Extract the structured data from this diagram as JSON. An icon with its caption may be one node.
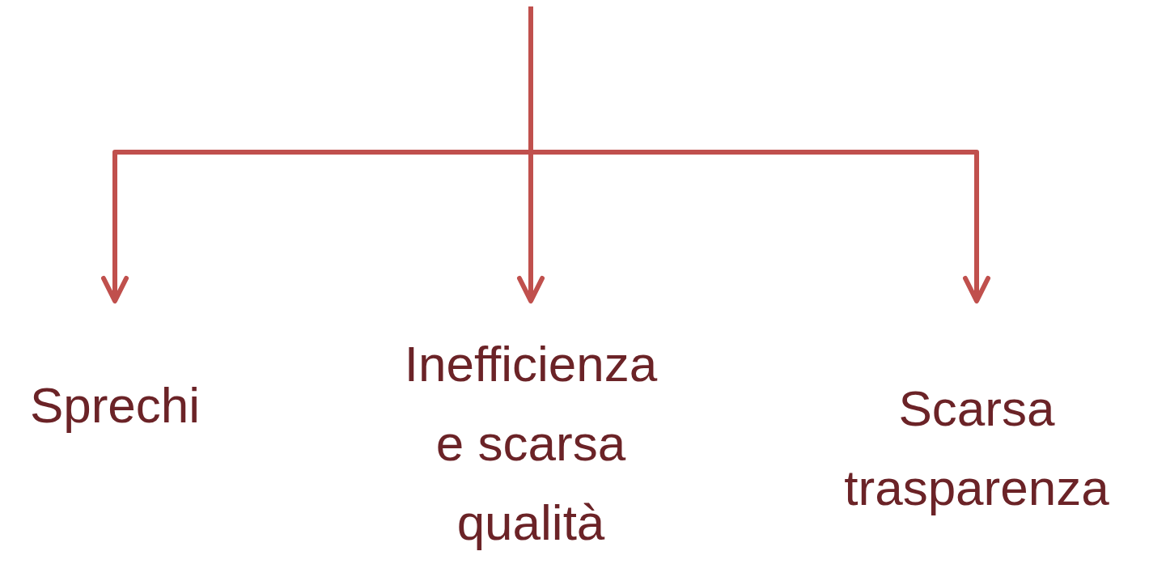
{
  "diagram": {
    "nodes": [
      {
        "text": [
          "Sprechi"
        ]
      },
      {
        "text": [
          "Inefficienza e scarsa qualità"
        ]
      },
      {
        "text": [
          "Scarsa trasparenza"
        ]
      }
    ],
    "edges": [
      {
        "from": null,
        "to": 0,
        "arrow": "to"
      },
      {
        "from": null,
        "to": 1,
        "arrow": "to"
      },
      {
        "from": null,
        "to": 2,
        "arrow": "to"
      }
    ]
  }
}
